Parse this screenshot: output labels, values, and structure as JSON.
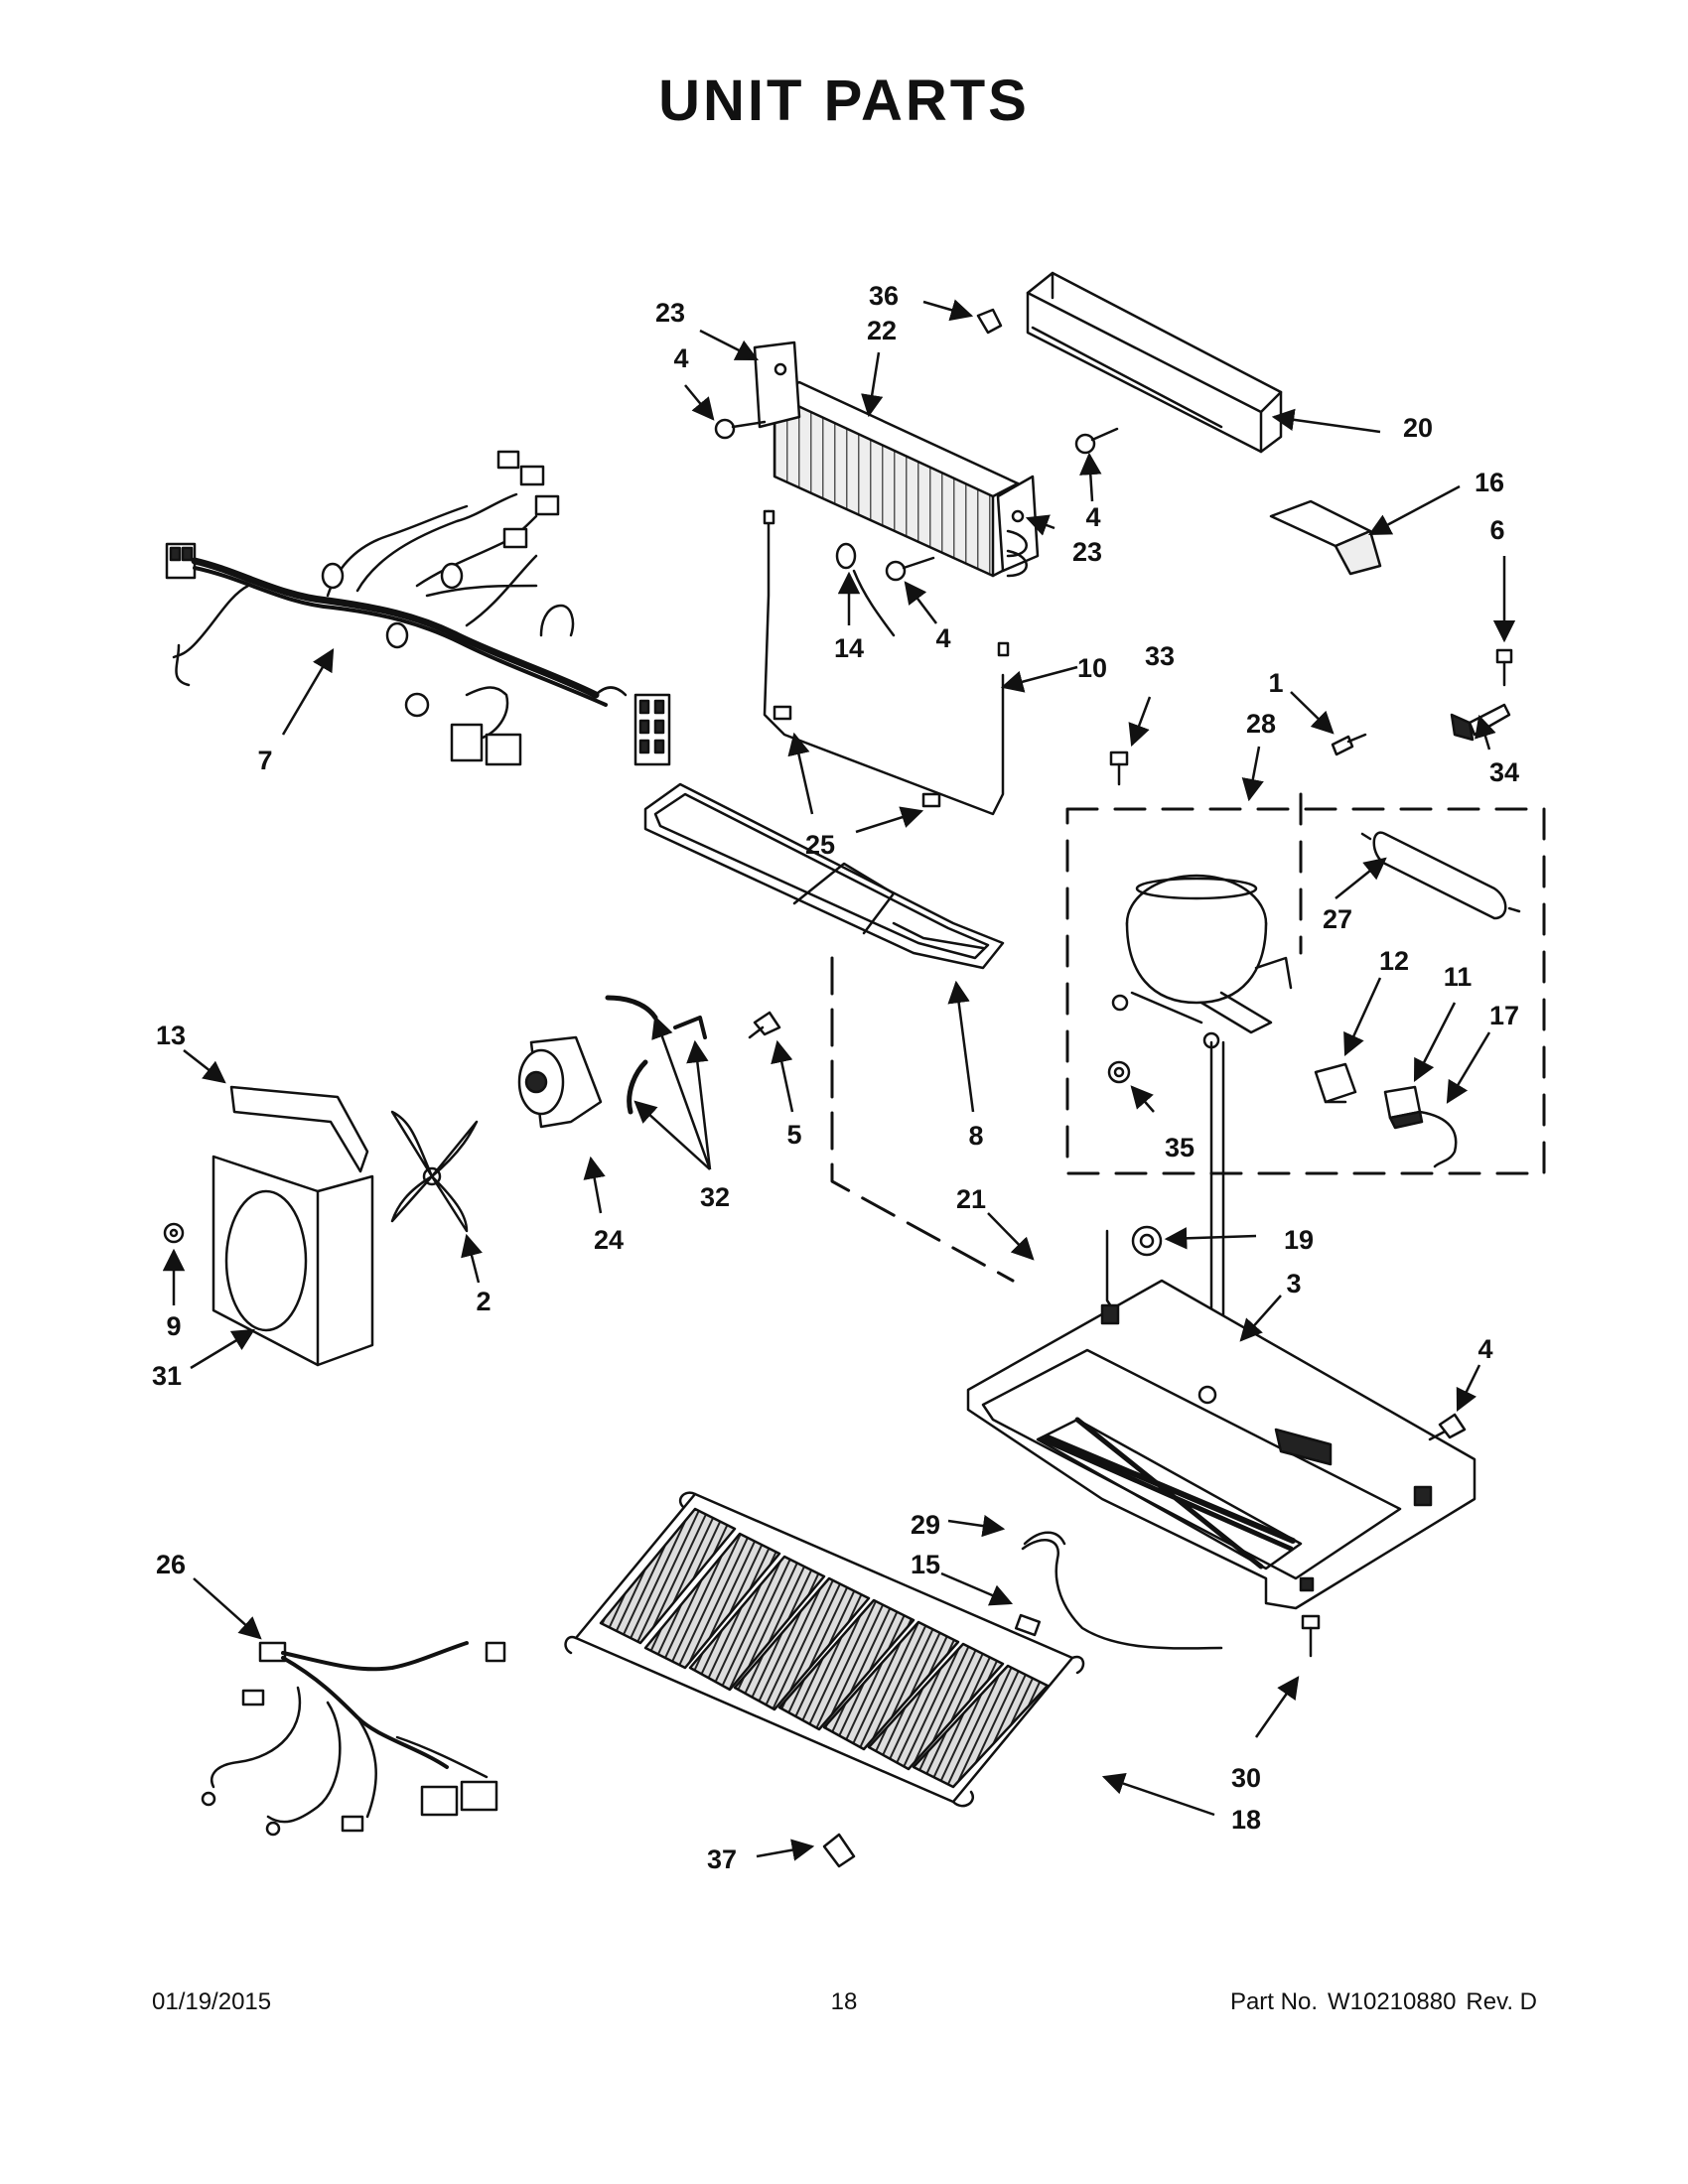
{
  "title": "UNIT PARTS",
  "callouts": [
    "1",
    "2",
    "3",
    "4",
    "4",
    "4",
    "4",
    "5",
    "6",
    "7",
    "8",
    "9",
    "10",
    "11",
    "12",
    "13",
    "14",
    "15",
    "16",
    "17",
    "18",
    "19",
    "20",
    "21",
    "22",
    "23",
    "23",
    "24",
    "25",
    "26",
    "27",
    "28",
    "29",
    "30",
    "31",
    "32",
    "33",
    "34",
    "35",
    "36",
    "37"
  ],
  "footer": {
    "date": "01/19/2015",
    "page": "18",
    "part_label": "Part No.",
    "part_number": "W10210880",
    "revision": "Rev. D"
  }
}
